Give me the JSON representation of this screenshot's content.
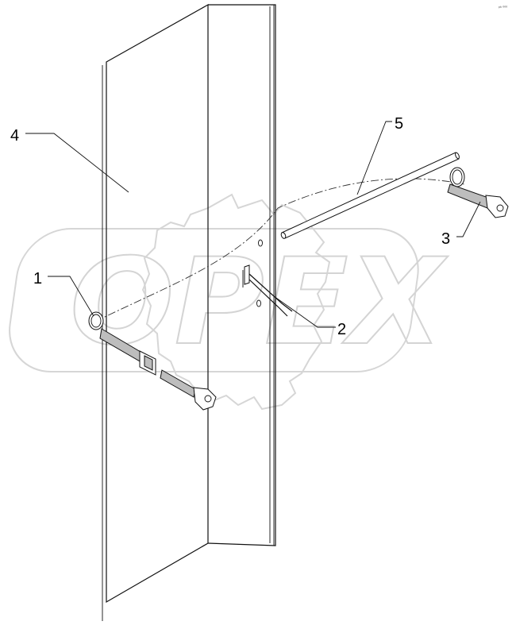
{
  "watermark": {
    "text": "OPEX"
  },
  "corner_mark": "ᵖʰ ⁰⁰⁰",
  "callouts": [
    {
      "id": "1",
      "label": "1"
    },
    {
      "id": "2",
      "label": "2"
    },
    {
      "id": "3",
      "label": "3"
    },
    {
      "id": "4",
      "label": "4"
    },
    {
      "id": "5",
      "label": "5"
    }
  ]
}
